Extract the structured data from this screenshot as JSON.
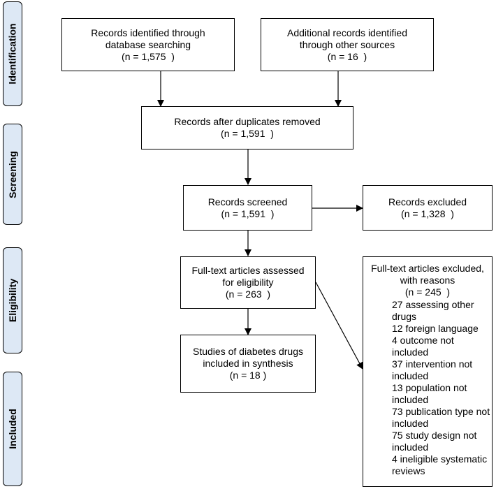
{
  "stages": [
    "Identification",
    "Screening",
    "Eligibility",
    "Included"
  ],
  "boxes": {
    "db_search": [
      "Records identified through",
      "database searching",
      "(n = 1,575  )"
    ],
    "other_sources": [
      "Additional records identified",
      "through other sources",
      "(n = 16  )"
    ],
    "after_duplicates": [
      "Records after duplicates removed",
      "(n = 1,591  )"
    ],
    "screened": [
      "Records screened",
      "(n = 1,591  )"
    ],
    "excluded": [
      "Records excluded",
      "(n = 1,328  )"
    ],
    "fulltext_assessed": [
      "Full-text articles assessed",
      "for eligibility",
      "(n = 263  )"
    ],
    "included": [
      "Studies of diabetes drugs",
      "included in synthesis",
      "(n = 18 )"
    ],
    "fulltext_excluded": {
      "heading": [
        "Full-text articles excluded,",
        "with reasons",
        "(n = 245  )"
      ],
      "reasons": [
        "27 assessing other drugs",
        "12 foreign language",
        "4 outcome not included",
        "37 intervention not included",
        "13 population not included",
        "73 publication type not included",
        "75 study design not included",
        "4 ineligible systematic reviews"
      ]
    }
  }
}
